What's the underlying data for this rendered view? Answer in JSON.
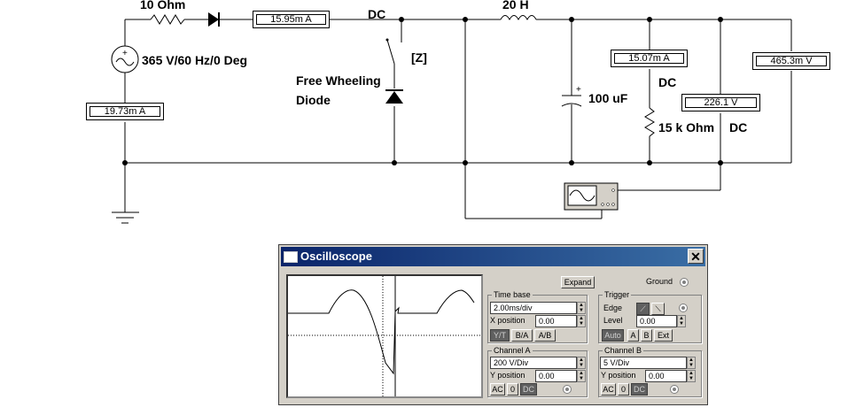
{
  "schematic": {
    "resistor_series_label": "10  Ohm",
    "source_label": "365 V/60 Hz/0 Deg",
    "inductor_label": "20 H",
    "dc_label_switch": "DC",
    "switch_key_label": "[Z]",
    "freewheel_label_1": "Free Wheeling",
    "freewheel_label_2": "Diode",
    "capacitor_label": "100 uF",
    "resistor_load_label": "15 k Ohm",
    "dc_label_load_current": "DC",
    "dc_label_load_voltage": "DC"
  },
  "meters": {
    "series_current": "15.95m A",
    "source_current": "19.73m A",
    "load_current": "15.07m A",
    "load_voltage": "226.1  V",
    "ripple_voltage": "465.3m V"
  },
  "oscilloscope": {
    "title": "Oscilloscope",
    "close_glyph": "✕",
    "expand_label": "Expand",
    "ground_label": "Ground",
    "timebase": {
      "title": "Time base",
      "value": "2.00ms/div",
      "xpos_label": "X position",
      "xpos_value": "0.00",
      "modes": [
        "Y/T",
        "B/A",
        "A/B"
      ]
    },
    "trigger": {
      "title": "Trigger",
      "edge_label": "Edge",
      "level_label": "Level",
      "level_value": "0.00",
      "modes": [
        "Auto",
        "A",
        "B",
        "Ext"
      ]
    },
    "channel_a": {
      "title": "Channel A",
      "value": "200  V/Div",
      "ypos_label": "Y position",
      "ypos_value": "0.00",
      "coupling": [
        "AC",
        "0",
        "DC"
      ]
    },
    "channel_b": {
      "title": "Channel B",
      "value": "5  V/Div",
      "ypos_label": "Y position",
      "ypos_value": "0.00",
      "coupling": [
        "AC",
        "0",
        "DC"
      ]
    }
  }
}
